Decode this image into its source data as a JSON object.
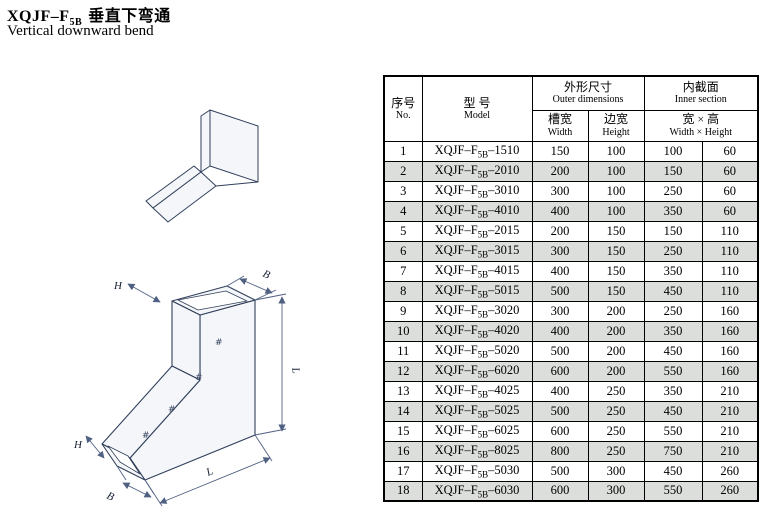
{
  "page": {
    "title_prefix": "XQJF–F",
    "title_sub": "5B",
    "title_cn": "垂直下弯通",
    "subtitle": "Vertical downward bend"
  },
  "drawing": {
    "dim_h_top": "H",
    "dim_b_top": "B",
    "dim_l_right": "L",
    "dim_h_left": "H",
    "dim_b_bottom": "B",
    "dim_l_bottom": "L",
    "accent_color": "#32405c"
  },
  "table": {
    "model_prefix": "XQJF–F",
    "model_sub": "5B",
    "model_separator": "–",
    "headers": {
      "no_cn": "序号",
      "no_en": "No.",
      "model_cn": "型  号",
      "model_en": "Model",
      "outer_cn": "外形尺寸",
      "outer_en": "Outer dimensions",
      "inner_cn": "内截面",
      "inner_en": "Inner section",
      "slot_width_cn": "槽宽",
      "slot_width_en": "Width",
      "side_height_cn": "边宽",
      "side_height_en": "Height",
      "inner_wh_cn": "宽 × 高",
      "inner_wh_en": "Width × Height"
    },
    "rows": [
      {
        "no": 1,
        "model_suffix": "1510",
        "outer_width": 150,
        "outer_height": 100,
        "inner_width": 100,
        "inner_height": 60
      },
      {
        "no": 2,
        "model_suffix": "2010",
        "outer_width": 200,
        "outer_height": 100,
        "inner_width": 150,
        "inner_height": 60
      },
      {
        "no": 3,
        "model_suffix": "3010",
        "outer_width": 300,
        "outer_height": 100,
        "inner_width": 250,
        "inner_height": 60
      },
      {
        "no": 4,
        "model_suffix": "4010",
        "outer_width": 400,
        "outer_height": 100,
        "inner_width": 350,
        "inner_height": 60
      },
      {
        "no": 5,
        "model_suffix": "2015",
        "outer_width": 200,
        "outer_height": 150,
        "inner_width": 150,
        "inner_height": 110
      },
      {
        "no": 6,
        "model_suffix": "3015",
        "outer_width": 300,
        "outer_height": 150,
        "inner_width": 250,
        "inner_height": 110
      },
      {
        "no": 7,
        "model_suffix": "4015",
        "outer_width": 400,
        "outer_height": 150,
        "inner_width": 350,
        "inner_height": 110
      },
      {
        "no": 8,
        "model_suffix": "5015",
        "outer_width": 500,
        "outer_height": 150,
        "inner_width": 450,
        "inner_height": 110
      },
      {
        "no": 9,
        "model_suffix": "3020",
        "outer_width": 300,
        "outer_height": 200,
        "inner_width": 250,
        "inner_height": 160
      },
      {
        "no": 10,
        "model_suffix": "4020",
        "outer_width": 400,
        "outer_height": 200,
        "inner_width": 350,
        "inner_height": 160
      },
      {
        "no": 11,
        "model_suffix": "5020",
        "outer_width": 500,
        "outer_height": 200,
        "inner_width": 450,
        "inner_height": 160
      },
      {
        "no": 12,
        "model_suffix": "6020",
        "outer_width": 600,
        "outer_height": 200,
        "inner_width": 550,
        "inner_height": 160
      },
      {
        "no": 13,
        "model_suffix": "4025",
        "outer_width": 400,
        "outer_height": 250,
        "inner_width": 350,
        "inner_height": 210
      },
      {
        "no": 14,
        "model_suffix": "5025",
        "outer_width": 500,
        "outer_height": 250,
        "inner_width": 450,
        "inner_height": 210
      },
      {
        "no": 15,
        "model_suffix": "6025",
        "outer_width": 600,
        "outer_height": 250,
        "inner_width": 550,
        "inner_height": 210
      },
      {
        "no": 16,
        "model_suffix": "8025",
        "outer_width": 800,
        "outer_height": 250,
        "inner_width": 750,
        "inner_height": 210
      },
      {
        "no": 17,
        "model_suffix": "5030",
        "outer_width": 500,
        "outer_height": 300,
        "inner_width": 450,
        "inner_height": 260
      },
      {
        "no": 18,
        "model_suffix": "6030",
        "outer_width": 600,
        "outer_height": 300,
        "inner_width": 550,
        "inner_height": 260
      }
    ]
  }
}
